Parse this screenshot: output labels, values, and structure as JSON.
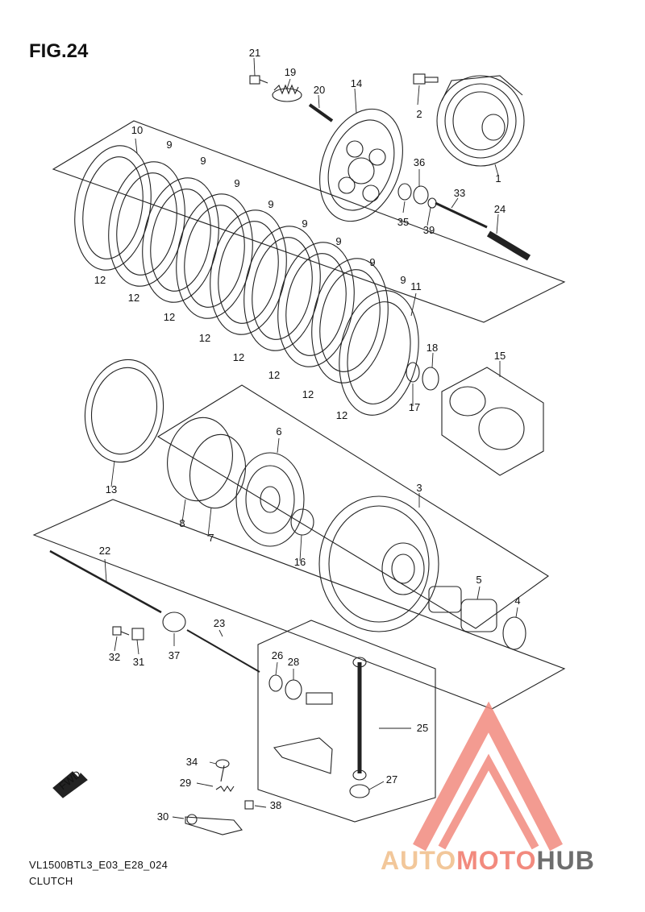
{
  "figure": {
    "title": "FIG.24",
    "model_code": "VL1500BTL3_E03_E28_024",
    "caption": "CLUTCH"
  },
  "fwd_label": "FWD",
  "watermark": {
    "part1": "AUTO",
    "part2": "MOTO",
    "part3": "HUB",
    "colors": {
      "auto": "#f2c79a",
      "moto": "#f28a7e",
      "hub": "#6e6e6e",
      "triangle": "#f28a7e"
    }
  },
  "part_labels": [
    "21",
    "19",
    "20",
    "14",
    "2",
    "10",
    "9",
    "9",
    "9",
    "9",
    "9",
    "9",
    "9",
    "9",
    "1",
    "36",
    "33",
    "24",
    "35",
    "39",
    "12",
    "12",
    "12",
    "12",
    "12",
    "12",
    "12",
    "12",
    "11",
    "18",
    "15",
    "17",
    "13",
    "6",
    "3",
    "8",
    "7",
    "16",
    "22",
    "5",
    "4",
    "23",
    "32",
    "31",
    "37",
    "26",
    "28",
    "25",
    "34",
    "29",
    "27",
    "30",
    "38"
  ]
}
